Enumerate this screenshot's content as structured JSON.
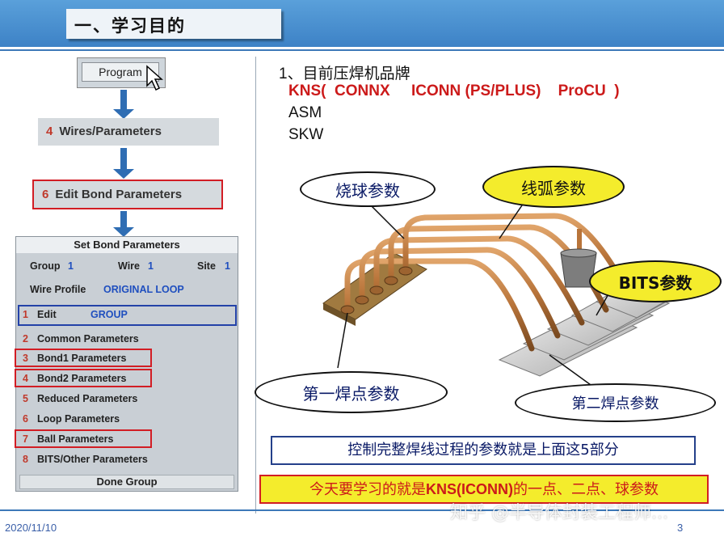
{
  "header": {
    "title": "一、学习目的"
  },
  "flow": {
    "program_button": "Program",
    "step2": {
      "num": "4",
      "label": "Wires/Parameters"
    },
    "step3": {
      "num": "6",
      "label": "Edit Bond Parameters"
    }
  },
  "panel": {
    "title": "Set Bond Parameters",
    "group_label": "Group",
    "group_value": "1",
    "wire_label": "Wire",
    "wire_value": "1",
    "site_label": "Site",
    "site_value": "1",
    "profile_label": "Wire Profile",
    "profile_value": "ORIGINAL LOOP",
    "items": [
      {
        "num": "1",
        "label": "Edit",
        "value": "GROUP"
      },
      {
        "num": "2",
        "label": "Common Parameters"
      },
      {
        "num": "3",
        "label": "Bond1 Parameters"
      },
      {
        "num": "4",
        "label": "Bond2 Parameters"
      },
      {
        "num": "5",
        "label": "Reduced Parameters"
      },
      {
        "num": "6",
        "label": "Loop Parameters"
      },
      {
        "num": "7",
        "label": "Ball Parameters"
      },
      {
        "num": "8",
        "label": "BITS/Other Parameters"
      }
    ],
    "done": "Done Group"
  },
  "right": {
    "heading": "1、目前压焊机品牌",
    "brands_line": "KNS(  CONNX     ICONN (PS/PLUS)    ProCU  )",
    "line2": "ASM",
    "line3": "SKW"
  },
  "callouts": {
    "ball": "烧球参数",
    "loop": "线弧参数",
    "bits": "BITS参数",
    "bond1": "第一焊点参数",
    "bond2": "第二焊点参数"
  },
  "captions": {
    "summary": "控制完整焊线过程的参数就是上面这5部分",
    "today_prefix": "今天要学习的就是",
    "today_bold": "KNS(ICONN)",
    "today_suffix": "的一点、二点、球参数"
  },
  "footer": {
    "date": "2020/11/10",
    "page": "3",
    "watermark": "知乎 @半导体封装工程师..."
  },
  "colors": {
    "header_blue": "#3d82c6",
    "accent_red": "#cc1a1a",
    "callout_yellow": "#f4ec2c",
    "wire_copper": "#b8743a"
  }
}
